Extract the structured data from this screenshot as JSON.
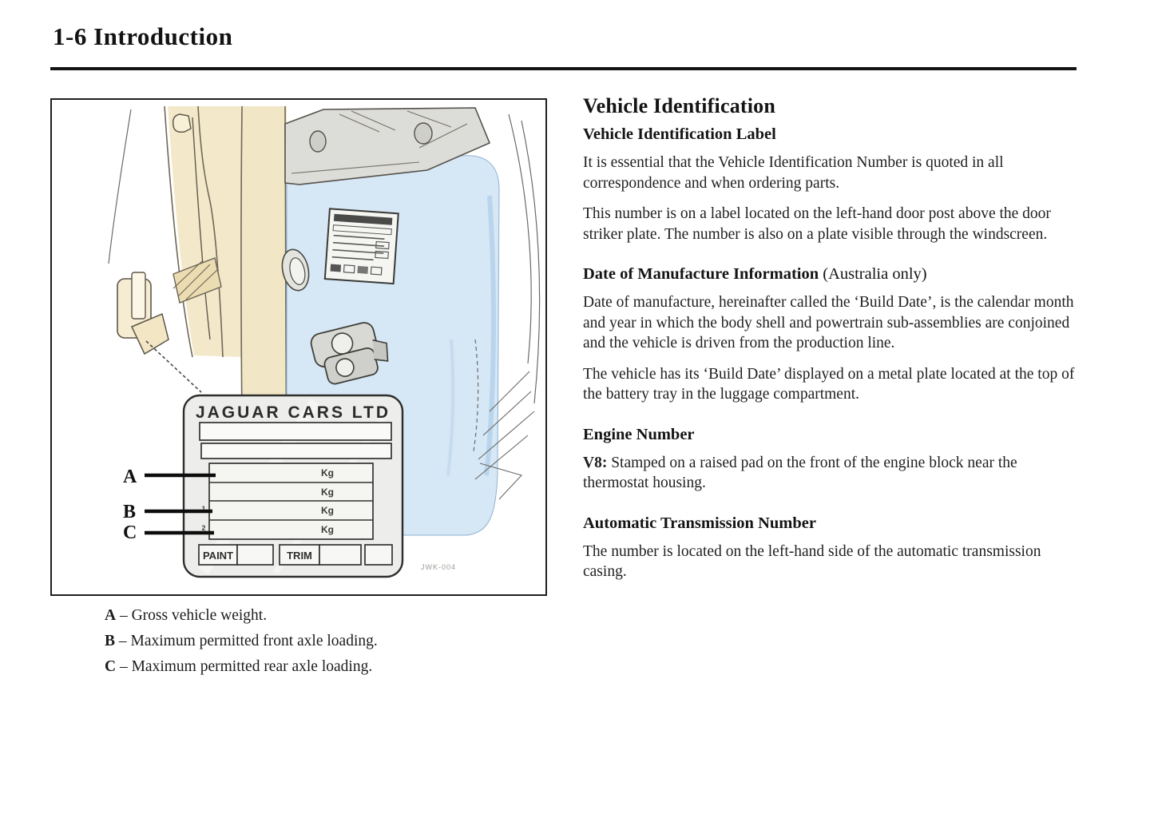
{
  "header": {
    "title": "1-6 Introduction"
  },
  "figure": {
    "label": {
      "title": "JAGUAR CARS LTD",
      "kg_rows": [
        "Kg",
        "Kg",
        "Kg",
        "Kg"
      ],
      "paint": "PAINT",
      "trim": "TRIM",
      "row_marks": [
        "1",
        "2"
      ]
    },
    "callouts": {
      "a": "A",
      "b": "B",
      "c": "C"
    },
    "code": "JWK-004",
    "legend": [
      {
        "key": "A",
        "text": "– Gross vehicle weight."
      },
      {
        "key": "B",
        "text": "– Maximum permitted front axle loading."
      },
      {
        "key": "C",
        "text": "– Maximum permitted rear axle loading."
      }
    ]
  },
  "content": {
    "title": "Vehicle Identification",
    "sections": [
      {
        "heading": "Vehicle Identification Label",
        "paragraphs": [
          "It is essential that the Vehicle Identification Number is quoted in all correspondence and when ordering parts.",
          "This number is on a label located on the left-hand door post above the door striker plate. The number is also on a plate visible through the windscreen."
        ]
      },
      {
        "heading": "Date of Manufacture Information",
        "heading_note": "(Australia only)",
        "paragraphs": [
          "Date of manufacture, hereinafter called the ‘Build Date’, is the calendar month and year in which the body shell and powertrain sub-assemblies are conjoined and the vehicle is driven from the production line.",
          "The vehicle has its ‘Build Date’ displayed on a metal plate located at the top of the battery tray in the luggage compartment."
        ]
      },
      {
        "heading": "Engine Number",
        "lead": "V8:",
        "lead_text": "Stamped on a raised pad on the front of the engine block near the thermostat housing."
      },
      {
        "heading": "Automatic Transmission Number",
        "paragraphs": [
          "The number is located on the left-hand side of the automatic transmission casing."
        ]
      }
    ]
  }
}
